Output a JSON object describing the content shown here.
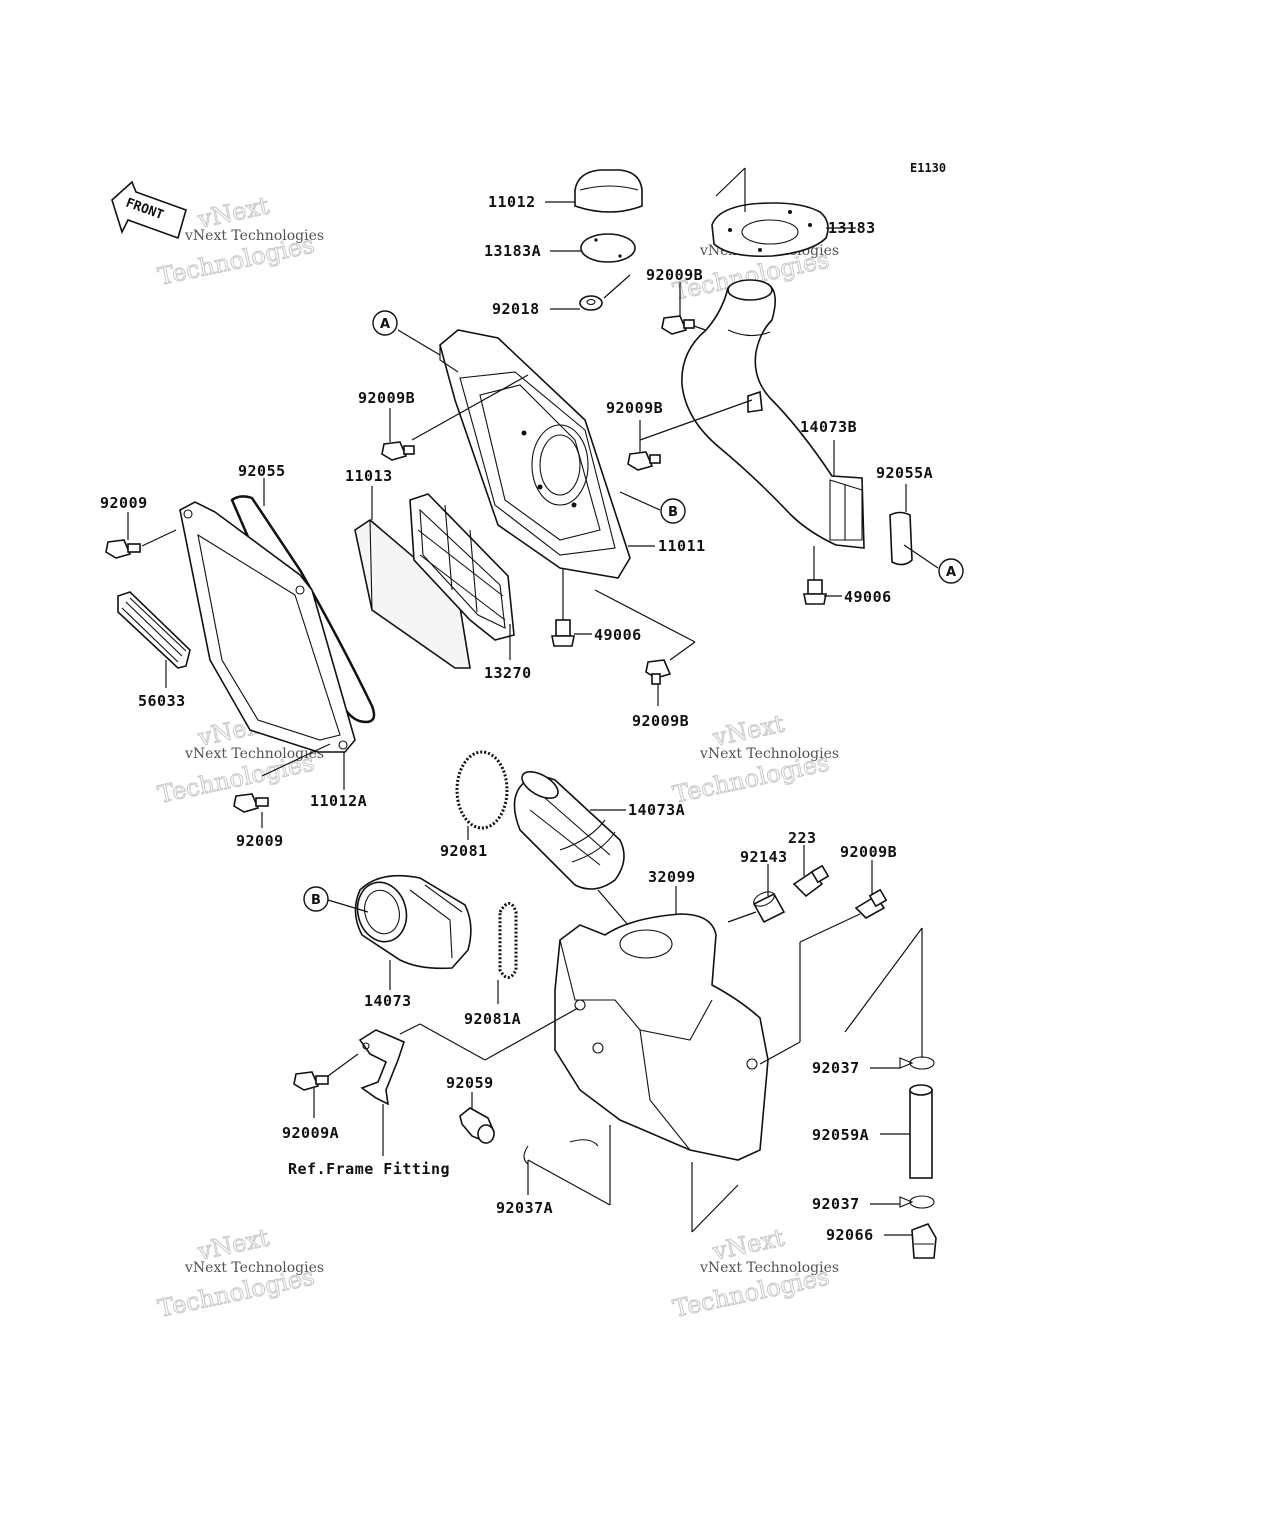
{
  "diagram_code": "E1130",
  "front_label": "FRONT",
  "callouts": {
    "a": "A",
    "b": "B"
  },
  "labels": {
    "p11012": "11012",
    "p13183a": "13183A",
    "p92018": "92018",
    "p13183": "13183",
    "p92009b_top": "92009B",
    "p92009b_1": "92009B",
    "p92009b_2": "92009B",
    "p14073b": "14073B",
    "p92055a": "92055A",
    "p92055": "92055",
    "p11013": "11013",
    "p92009_top": "92009",
    "p11011": "11011",
    "p49006_1": "49006",
    "p49006_2": "49006",
    "p13270": "13270",
    "p56033": "56033",
    "p92009b_3": "92009B",
    "p11012a": "11012A",
    "p92009_bot": "92009",
    "p14073a": "14073A",
    "p92081": "92081",
    "p223": "223",
    "p92143": "92143",
    "p92009b_4": "92009B",
    "p32099": "32099",
    "p14073": "14073",
    "p92081a": "92081A",
    "p92037_1": "92037",
    "p92059": "92059",
    "p92059a": "92059A",
    "p92009a": "92009A",
    "ref_frame": "Ref.Frame Fitting",
    "p92037_2": "92037",
    "p92037a": "92037A",
    "p92066": "92066"
  },
  "watermark": {
    "small": "vNext Technologies",
    "big_line1": "vNext",
    "big_line2": "Technologies"
  }
}
